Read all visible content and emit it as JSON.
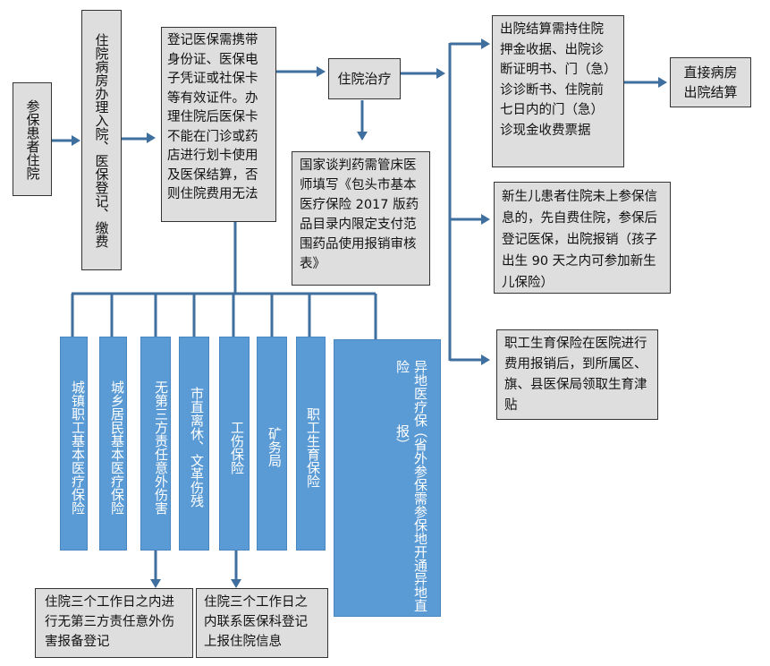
{
  "colors": {
    "box_gray": "#dedede",
    "box_blue": "#5b9bd5",
    "line": "#3f6f9e"
  },
  "flow": {
    "start": "参保患者住院",
    "admission": "住院病房办理入院、医保登记、缴费",
    "registration_note": "登记医保需携带身份证、医保电子凭证或社保卡等有效证件。办理住院后医保卡不能在门诊或药店进行划卡使用及医保结算，否则住院费用无法",
    "treatment": "住院治疗",
    "drug_note": "国家谈判药需管床医师填写《包头市基本医疗保险 2017 版药品目录内限定支付范围药品使用报销审核表》",
    "discharge_docs": "出院结算需持住院押金收据、出院诊断证明书、门（急）诊诊断书、住院前七日内的门（急）诊现金收费票据",
    "direct_settlement": "直接病房出院结算",
    "newborn_note": "新生儿患者住院未上参保信息的，先自费住院，参保后登记医保，出院报销（孩子出生 90 天之内可参加新生儿保险）",
    "maternity_note": "职工生育保险在医院进行费用报销后，到所属区、旗、县医保局领取生育津贴"
  },
  "insurance_types": [
    "城镇职工基本医疗保险",
    "城乡居民基本医疗保险",
    "无第三方责任意外伤害",
    "市直离休、文革伤残",
    "工伤保险",
    "矿务局",
    "职工生育保险"
  ],
  "offsite": {
    "title": "异地医疗保险",
    "note": "（省外参保需参保地开通异地直报）"
  },
  "notes": {
    "third_party": "住院三个工作日之内进行无第三方责任意外伤害报备登记",
    "work_injury": "住院三个工作日之内联系医保科登记上报住院信息"
  }
}
